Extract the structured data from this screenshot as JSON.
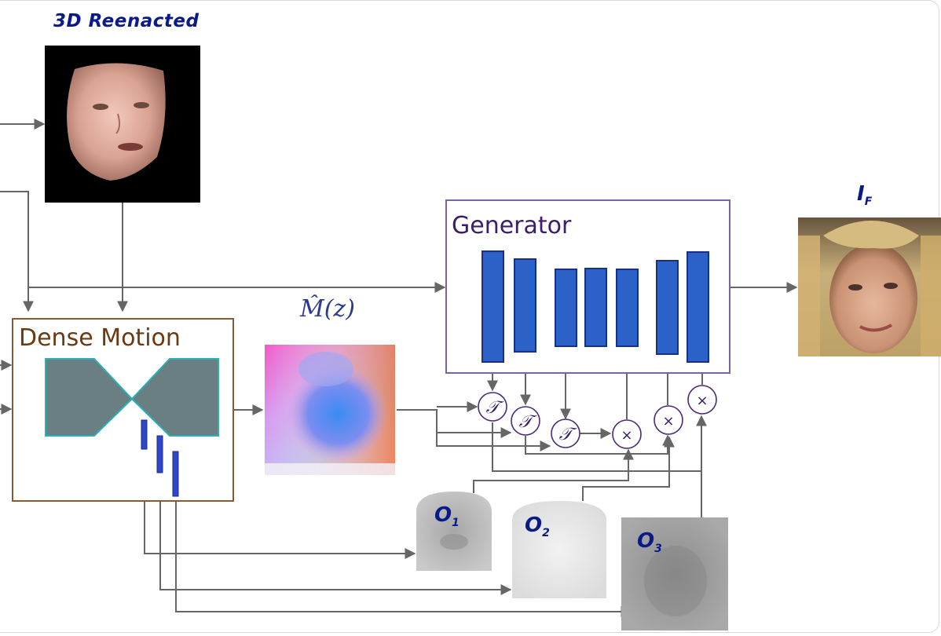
{
  "labels": {
    "reenacted_title": "3D Reenacted",
    "output_label_main": "I",
    "output_label_sub": "F",
    "motion_label": "M̂(z)",
    "generator_label": "Generator",
    "dense_motion_label": "Dense Motion",
    "occlusion_1_main": "O",
    "occlusion_1_sub": "1",
    "occlusion_2_main": "O",
    "occlusion_2_sub": "2",
    "occlusion_3_main": "O",
    "occlusion_3_sub": "3",
    "warp_symbol": "𝒯",
    "multiply_symbol": "×"
  },
  "colors": {
    "arrow": "#666666",
    "generator_border": "#7b62a8",
    "dense_motion_border": "#8a5a2e",
    "generator_block_fill": "#2c62c8",
    "generator_block_stroke": "#1a2f86",
    "hourglass_fill": "#697f82",
    "hourglass_stroke": "#2ab0b8",
    "mask_bar_fill": "#2f46c6",
    "operator_stroke": "#4b2a7a",
    "label_blue": "#0a1a86"
  },
  "images": {
    "reenacted_face": "rendered-3d-face",
    "output_face": "generated-face-photo",
    "motion_field": "dense-motion-field-colormap",
    "occlusion_maps": [
      "occlusion-map-1",
      "occlusion-map-2",
      "occlusion-map-3"
    ]
  }
}
